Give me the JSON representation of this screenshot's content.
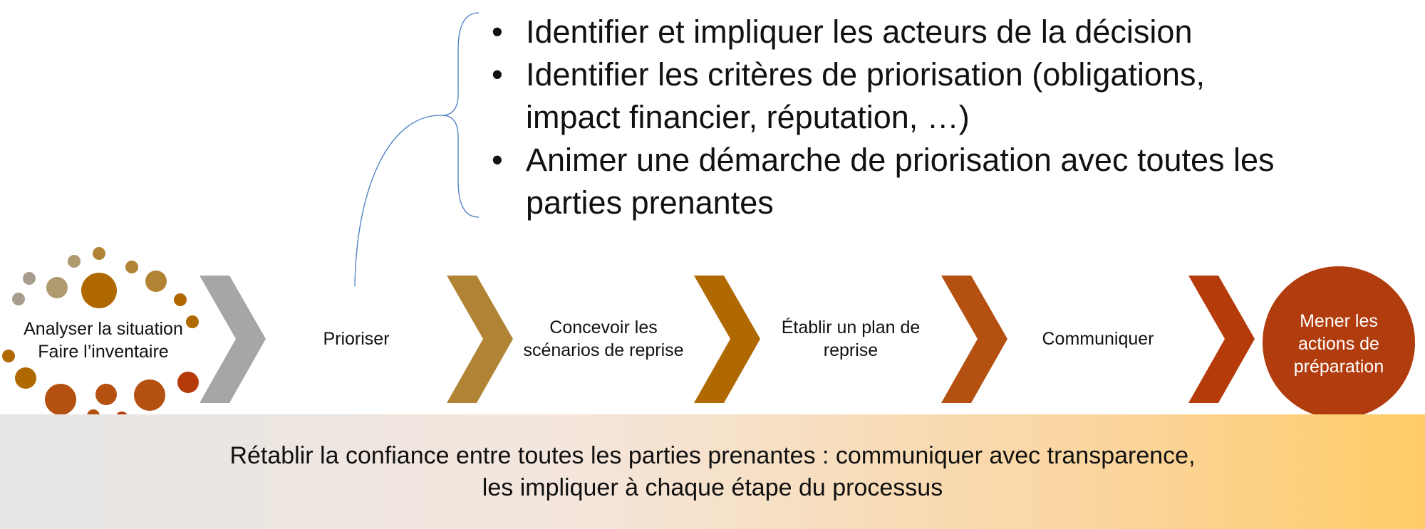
{
  "bullets": [
    "Identifier et impliquer les acteurs de la décision",
    "Identifier les critères de priorisation (obligations, impact financier, réputation, …)",
    "Animer une démarche de priorisation avec toutes les parties prenantes"
  ],
  "steps": [
    {
      "lines": [
        "Analyser la situation",
        "Faire l’inventaire"
      ]
    },
    {
      "lines": [
        "Prioriser"
      ]
    },
    {
      "lines": [
        "Concevoir les",
        "scénarios de reprise"
      ]
    },
    {
      "lines": [
        "Établir un plan de",
        "reprise"
      ]
    },
    {
      "lines": [
        "Communiquer"
      ]
    }
  ],
  "final_step": {
    "lines": [
      "Mener les",
      "actions de",
      "préparation"
    ]
  },
  "banner": {
    "line1": "Rétablir la confiance entre toutes les parties prenantes : communiquer avec transparence,",
    "line2": "les impliquer à chaque étape du processus"
  },
  "colors": {
    "chevron_1": "#a6a6a6",
    "chevron_2": "#b08434",
    "chevron_3": "#b06800",
    "chevron_4": "#b45010",
    "chevron_5": "#b53c0a",
    "final_circle": "#b13c0e",
    "brace_line": "#4a7cc0"
  },
  "dot_colors": [
    "#a89c8c",
    "#ad9a6e",
    "#b08434",
    "#b06800",
    "#b45010",
    "#b53c0a"
  ]
}
